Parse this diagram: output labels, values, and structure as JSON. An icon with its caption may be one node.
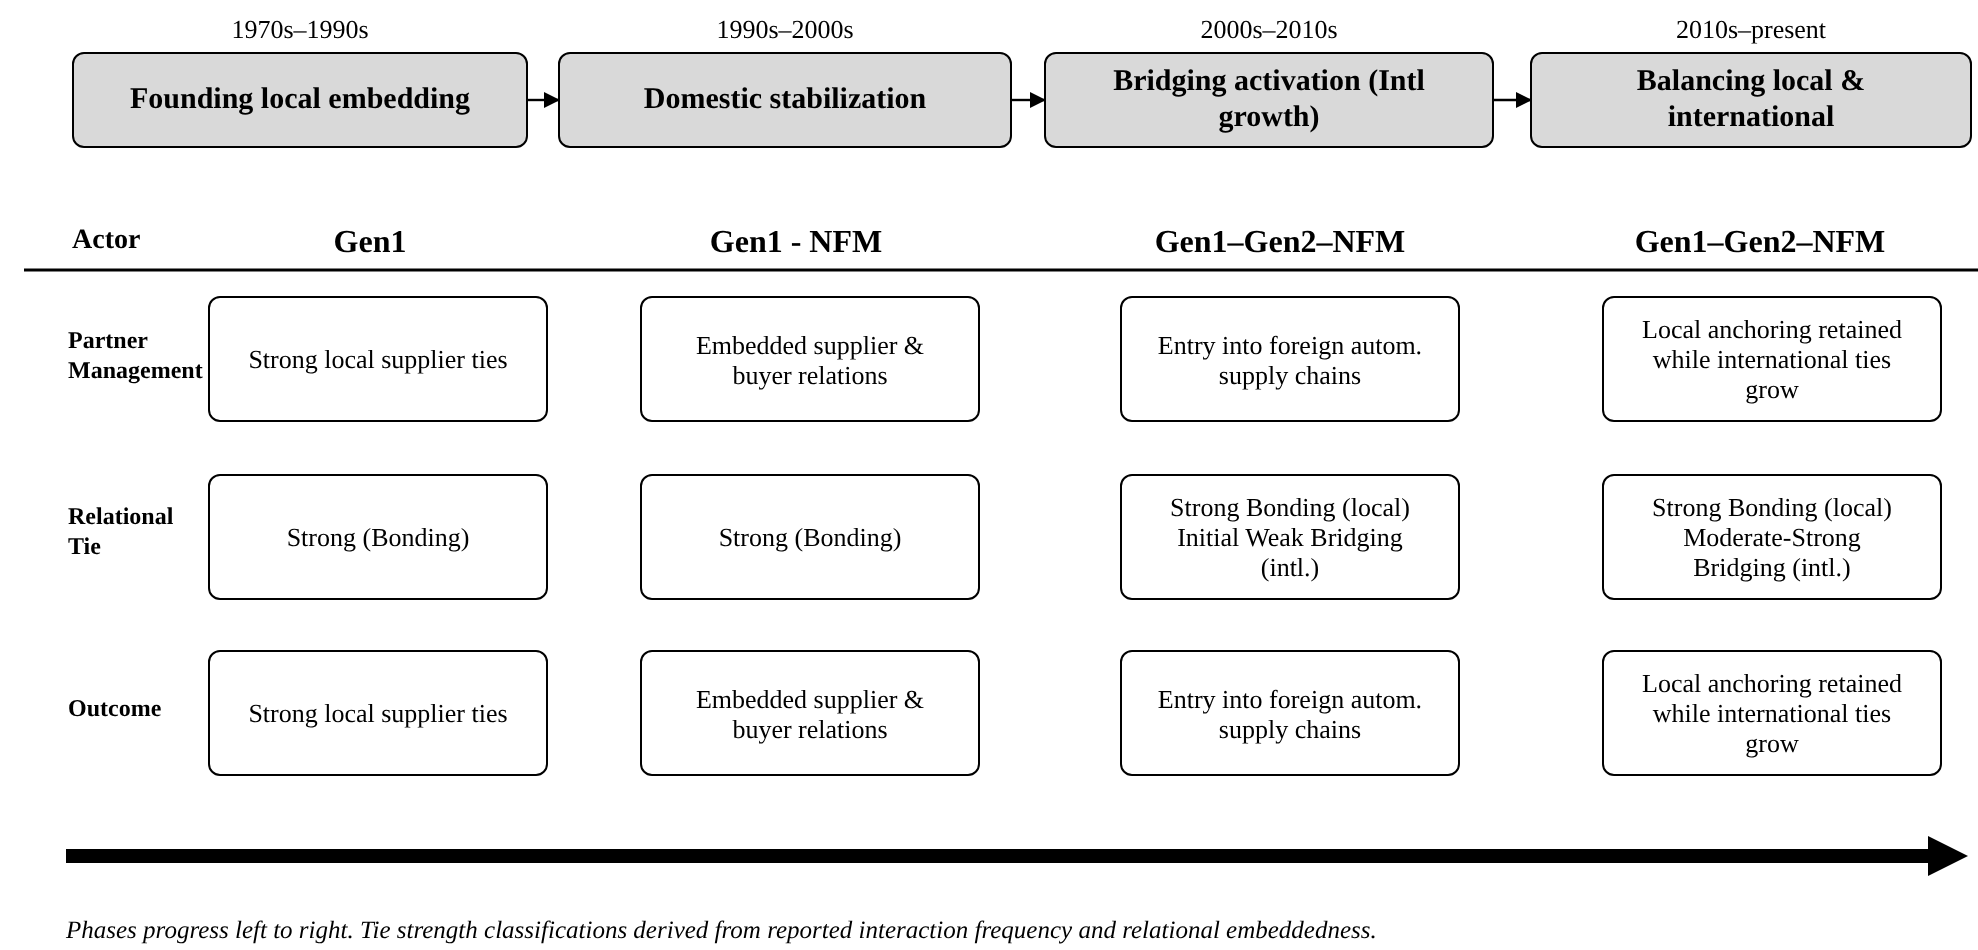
{
  "diagram": {
    "caption": "Phases progress left to right. Tie strength classifications derived from reported interaction frequency and relational embeddedness.",
    "nodes": [
      {
        "text": [
          "Founding local embedding"
        ],
        "beside": [
          "1970s–1990s"
        ]
      },
      {
        "text": [
          "Domestic stabilization"
        ],
        "beside": [
          "1990s–2000s"
        ]
      },
      {
        "text": [
          "Bridging activation (Intl growth)"
        ],
        "beside": [
          "2000s–2010s"
        ]
      },
      {
        "text": [
          "Balancing local & international"
        ],
        "beside": [
          "2010s–present"
        ]
      },
      {
        "text": [
          "Strong local supplier ties"
        ]
      },
      {
        "text": [
          "Embedded supplier & buyer relations"
        ]
      },
      {
        "text": [
          "Entry into foreign autom. supply chains"
        ]
      },
      {
        "text": [
          "Local anchoring retained while international ties grow"
        ]
      },
      {
        "text": [
          "Strong (Bonding)"
        ]
      },
      {
        "text": [
          "Strong (Bonding)"
        ]
      },
      {
        "text": [
          "Strong Bonding (local) Initial Weak Bridging (intl.)"
        ]
      },
      {
        "text": [
          "Strong Bonding (local) Moderate-Strong Bridging (intl.)"
        ]
      },
      {
        "text": [
          "Strong local supplier ties"
        ]
      },
      {
        "text": [
          "Embedded supplier & buyer relations"
        ]
      },
      {
        "text": [
          "Entry into foreign autom. supply chains"
        ]
      },
      {
        "text": [
          "Local anchoring retained while international ties grow"
        ]
      }
    ],
    "edges": [
      {
        "from": 0,
        "to": 1,
        "arrow": "to"
      },
      {
        "from": 1,
        "to": 2,
        "arrow": "to"
      },
      {
        "from": 2,
        "to": 3,
        "arrow": "to"
      }
    ],
    "labels": [
      "Actor",
      "Gen1",
      "Gen1 - NFM",
      "Gen1–Gen2–NFM",
      "Gen1–Gen2–NFM",
      "Partner Management",
      "Relational Tie",
      "Outcome"
    ]
  }
}
